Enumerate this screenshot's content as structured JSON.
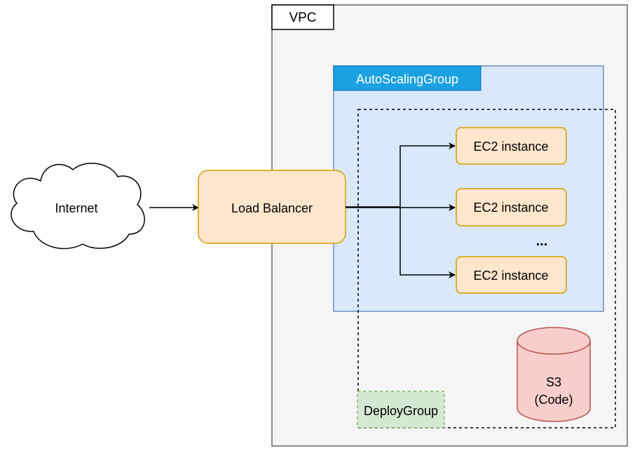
{
  "vpc": {
    "label": "VPC"
  },
  "asg": {
    "label": "AutoScalingGroup"
  },
  "deploy_group": {
    "label": "DeployGroup"
  },
  "internet": {
    "label": "Internet"
  },
  "load_balancer": {
    "label": "Load Balancer"
  },
  "ec2_instances": [
    {
      "label": "EC2 instance"
    },
    {
      "label": "EC2 instance"
    },
    {
      "label": "EC2 instance"
    }
  ],
  "ellipsis": "...",
  "s3": {
    "line1": "S3",
    "line2": "(Code)"
  },
  "colors": {
    "vpc_fill": "#f5f5f5",
    "vpc_stroke": "#666666",
    "asg_fill": "#dae8fc",
    "asg_stroke": "#6c8ebf",
    "asg_tab": "#1ba1e2",
    "node_fill": "#ffe6cc",
    "node_stroke": "#d79b00",
    "s3_fill": "#f8cecc",
    "s3_stroke": "#b85450",
    "deploy_fill": "#d5e8d4",
    "deploy_stroke": "#82b366"
  }
}
